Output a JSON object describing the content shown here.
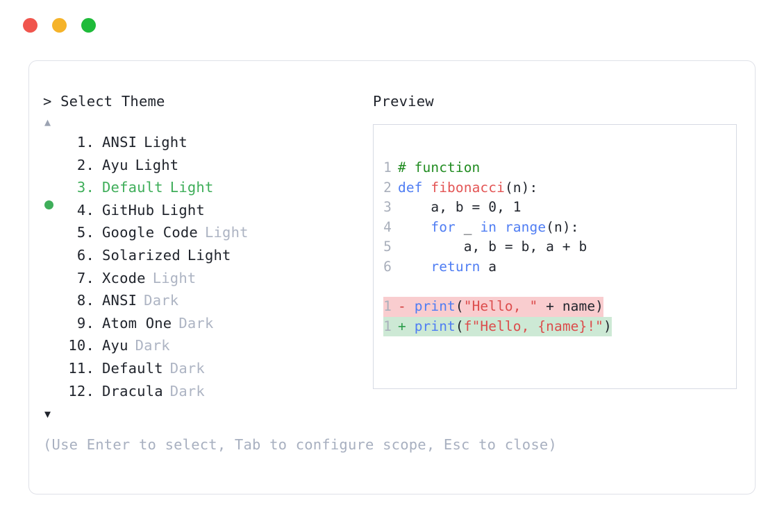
{
  "window": {
    "traffic_lights": [
      {
        "name": "close",
        "color": "#f0554d"
      },
      {
        "name": "minimize",
        "color": "#f5b32a"
      },
      {
        "name": "maximize",
        "color": "#1fbb3a"
      }
    ]
  },
  "prompt": {
    "header": "> Select Theme",
    "scroll_up_icon": "▲",
    "scroll_down_icon": "▼",
    "selected_index": 3,
    "items": [
      {
        "index": "1.",
        "name": "ANSI",
        "variant": "Light",
        "variant_muted": false,
        "selected": false
      },
      {
        "index": "2.",
        "name": "Ayu",
        "variant": "Light",
        "variant_muted": false,
        "selected": false
      },
      {
        "index": "3.",
        "name": "Default",
        "variant": "Light",
        "variant_muted": false,
        "selected": true
      },
      {
        "index": "4.",
        "name": "GitHub",
        "variant": "Light",
        "variant_muted": false,
        "selected": false
      },
      {
        "index": "5.",
        "name": "Google Code",
        "variant": "Light",
        "variant_muted": true,
        "selected": false
      },
      {
        "index": "6.",
        "name": "Solarized",
        "variant": "Light",
        "variant_muted": false,
        "selected": false
      },
      {
        "index": "7.",
        "name": "Xcode",
        "variant": "Light",
        "variant_muted": true,
        "selected": false
      },
      {
        "index": "8.",
        "name": "ANSI",
        "variant": "Dark",
        "variant_muted": true,
        "selected": false
      },
      {
        "index": "9.",
        "name": "Atom One",
        "variant": "Dark",
        "variant_muted": true,
        "selected": false
      },
      {
        "index": "10.",
        "name": "Ayu",
        "variant": "Dark",
        "variant_muted": true,
        "selected": false
      },
      {
        "index": "11.",
        "name": "Default",
        "variant": "Dark",
        "variant_muted": true,
        "selected": false
      },
      {
        "index": "12.",
        "name": "Dracula",
        "variant": "Dark",
        "variant_muted": true,
        "selected": false
      }
    ]
  },
  "hint": "(Use Enter to select, Tab to configure scope, Esc to close)",
  "preview": {
    "label": "Preview",
    "code_lines": [
      {
        "ln": "1",
        "tokens": [
          {
            "t": "# function",
            "c": "comment"
          }
        ]
      },
      {
        "ln": "2",
        "tokens": [
          {
            "t": "def ",
            "c": "kw"
          },
          {
            "t": "fibonacci",
            "c": "fn"
          },
          {
            "t": "(n):",
            "c": "plain"
          }
        ]
      },
      {
        "ln": "3",
        "tokens": [
          {
            "t": "    a, b = ",
            "c": "plain"
          },
          {
            "t": "0",
            "c": "num"
          },
          {
            "t": ", ",
            "c": "plain"
          },
          {
            "t": "1",
            "c": "num"
          }
        ]
      },
      {
        "ln": "4",
        "tokens": [
          {
            "t": "    ",
            "c": "plain"
          },
          {
            "t": "for",
            "c": "kw"
          },
          {
            "t": " _ ",
            "c": "plain"
          },
          {
            "t": "in",
            "c": "kw"
          },
          {
            "t": " ",
            "c": "plain"
          },
          {
            "t": "range",
            "c": "kw"
          },
          {
            "t": "(n):",
            "c": "plain"
          }
        ]
      },
      {
        "ln": "5",
        "tokens": [
          {
            "t": "        a, b = b, a + b",
            "c": "plain"
          }
        ]
      },
      {
        "ln": "6",
        "tokens": [
          {
            "t": "    ",
            "c": "plain"
          },
          {
            "t": "return",
            "c": "kw"
          },
          {
            "t": " a",
            "c": "plain"
          }
        ]
      }
    ],
    "diff_lines": [
      {
        "ln": "1",
        "kind": "del",
        "sign": "-",
        "tokens": [
          {
            "t": "print",
            "c": "kw"
          },
          {
            "t": "(",
            "c": "plain"
          },
          {
            "t": "\"Hello, \"",
            "c": "str"
          },
          {
            "t": " + name)",
            "c": "plain"
          }
        ]
      },
      {
        "ln": "1",
        "kind": "add",
        "sign": "+",
        "tokens": [
          {
            "t": "print",
            "c": "kw"
          },
          {
            "t": "(",
            "c": "plain"
          },
          {
            "t": "f\"Hello, {name}!\"",
            "c": "str"
          },
          {
            "t": ")",
            "c": "plain"
          }
        ]
      }
    ]
  },
  "colors": {
    "accent_selected": "#3fae5a",
    "muted_text": "#adb4c3",
    "body_text": "#20242c",
    "diff_del_bg": "#f9cdcf",
    "diff_add_bg": "#cde9d5",
    "panel_border": "#dfe1e8",
    "preview_border": "#d6dae3"
  }
}
